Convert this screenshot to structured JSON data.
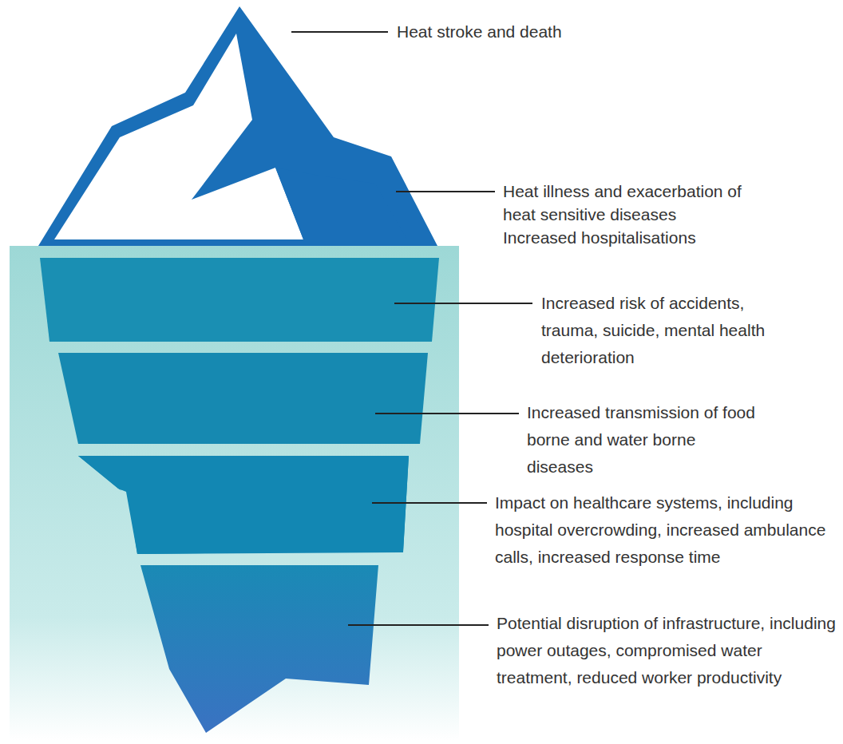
{
  "diagram": {
    "labels": [
      "Heat stroke and death",
      "Heat illness and exacerbation of heat sensitive diseases",
      "Increased hospitalisations",
      "Increased risk of accidents, trauma, suicide, mental health deterioration",
      "Increased transmission of food borne and water borne diseases",
      "Impact on healthcare systems, including hospital overcrowding, increased ambulance calls, increased response time",
      "Potential disruption of infrastructure, including power outages, compromised water treatment, reduced worker productivity"
    ]
  }
}
